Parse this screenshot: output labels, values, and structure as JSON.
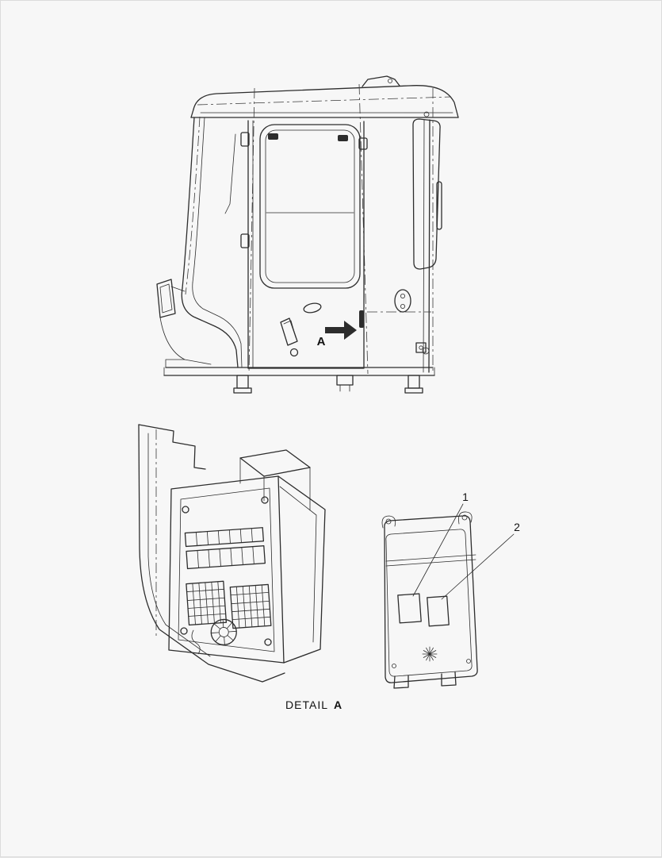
{
  "colors": {
    "background": "#f7f7f7",
    "line": "#2d2d2d"
  },
  "diagram": {
    "view_arrow_label": "A",
    "detail_caption_prefix": "DETAIL",
    "detail_caption_letter": "A",
    "callouts": [
      {
        "number": "1"
      },
      {
        "number": "2"
      }
    ]
  }
}
